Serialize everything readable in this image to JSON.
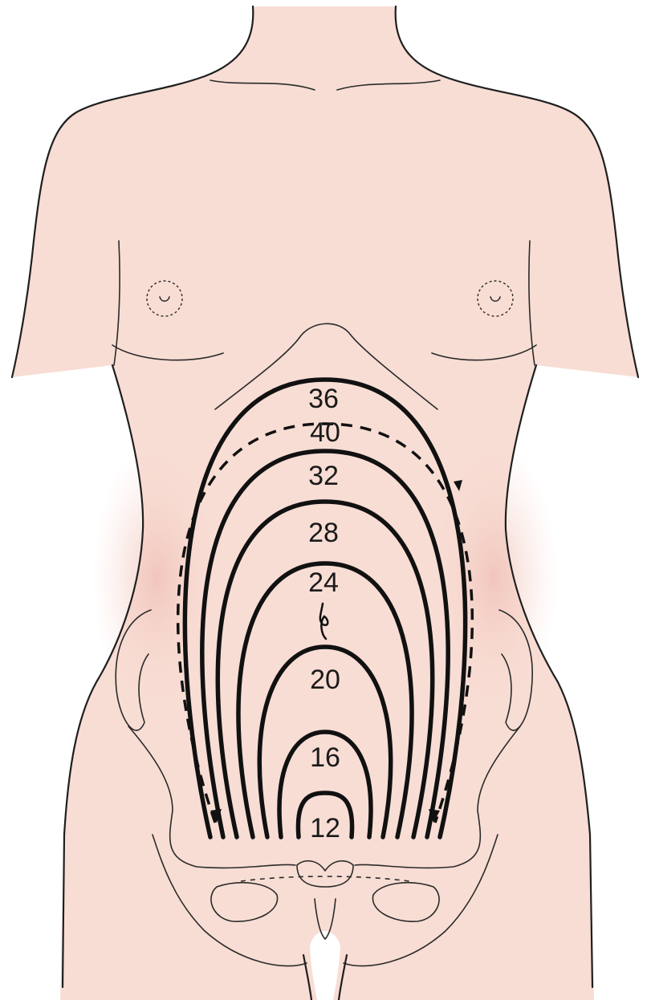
{
  "colors": {
    "skin": "#f8ddd4",
    "skin_shadow": "#f1c9bf",
    "line": "#1f1f1f",
    "background": "#ffffff"
  },
  "gestation_week_labels": {
    "week_12": "12",
    "week_16": "16",
    "week_20": "20",
    "week_24": "24",
    "week_28": "28",
    "week_32": "32",
    "week_36": "36",
    "week_40": "40"
  }
}
